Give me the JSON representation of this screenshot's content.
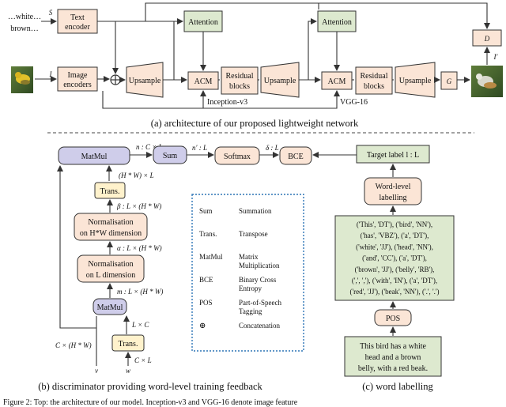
{
  "top": {
    "text_input_line1": "…white…",
    "text_input_line2": "brown…",
    "s_label": "S",
    "i_label": "I",
    "i_prime_label": "I′",
    "text_encoder_line1": "Text",
    "text_encoder_line2": "encoder",
    "image_encoders_line1": "Image",
    "image_encoders_line2": "encoders",
    "attention": "Attention",
    "upsample": "Upsample",
    "acm": "ACM",
    "residual_line1": "Residual",
    "residual_line2": "blocks",
    "g_label": "G",
    "d_label": "D",
    "inception": "Inception-v3",
    "vgg": "VGG-16",
    "caption": "(a) architecture of our proposed lightweight network"
  },
  "bottom_left": {
    "matmul_top": "MatMul",
    "n_label": "n : C × L",
    "sum": "Sum",
    "nprime_label": "n′ : L",
    "softmax": "Softmax",
    "delta_label": "δ : L",
    "bce": "BCE",
    "hw_l_label": "(H * W) × L",
    "trans_upper": "Trans.",
    "beta_label": "β : L × (H * W)",
    "norm_hw_line1": "Normalisation",
    "norm_hw_line2": "on H*W dimension",
    "alpha_label": "α : L × (H * W)",
    "norm_l_line1": "Normalisation",
    "norm_l_line2": "on L dimension",
    "m_label": "m : L × (H * W)",
    "matmul_bottom": "MatMul",
    "lxc_label": "L × C",
    "trans_lower": "Trans.",
    "c_hw_label": "C × (H * W)",
    "cxl_label": "C × L",
    "v_label": "v",
    "w_label": "w",
    "caption": "(b) discriminator providing word-level training feedback"
  },
  "legend": [
    {
      "key": "Sum",
      "value_lines": [
        "Summation"
      ]
    },
    {
      "key": "Trans.",
      "value_lines": [
        "Transpose"
      ]
    },
    {
      "key": "MatMul",
      "value_lines": [
        "Matrix",
        "Multiplication"
      ]
    },
    {
      "key": "BCE",
      "value_lines": [
        "Binary Cross",
        "Entropy"
      ]
    },
    {
      "key": "POS",
      "value_lines": [
        "Part-of-Speech",
        "Tagging"
      ]
    },
    {
      "key": "⊕",
      "value_lines": [
        "Concatenation"
      ]
    }
  ],
  "bottom_right": {
    "target_label": "Target label l : L",
    "word_level_line1": "Word-level",
    "word_level_line2": "labelling",
    "tags_lines": [
      "('This', 'DT'), ('bird', 'NN'),",
      "('has', 'VBZ'), ('a', 'DT'),",
      "('white', 'JJ'), ('head', 'NN'),",
      "('and', 'CC'), ('a', 'DT'),",
      "('brown', 'JJ'), ('belly', 'RB'),",
      "(',', ','), ('with', 'IN'), ('a', 'DT'),",
      "('red', 'JJ'), ('beak', 'NN'), ('.', '.')"
    ],
    "pos": "POS",
    "sentence_lines": [
      "This bird has a white",
      "head and a brown",
      "belly, with a red beak."
    ],
    "caption": "(c) word labelling"
  },
  "footer_fragment": "Figure 2: Top: the architecture of our model. Inception-v3 and VGG-16 denote image feature",
  "colors": {
    "orange_fill": "#fbe5d6",
    "green_fill": "#dde9cf",
    "purple_fill": "#cfcdea",
    "yellow_fill": "#fff2cc",
    "dotted_blue": "#2e75b6"
  }
}
